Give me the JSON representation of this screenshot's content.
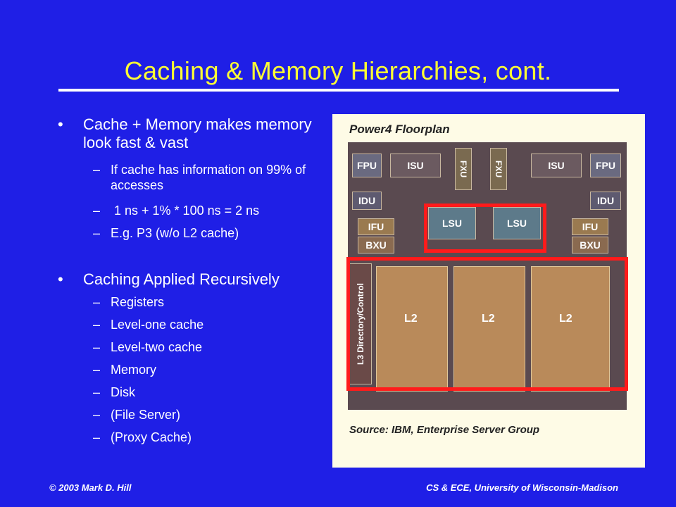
{
  "slide": {
    "title": "Caching & Memory Hierarchies, cont.",
    "bullets": [
      {
        "text": "Cache + Memory makes memory look fast & vast",
        "sub": [
          "If cache has information on 99% of accesses",
          " 1 ns + 1% * 100 ns = 2 ns",
          "E.g. P3 (w/o L2 cache)"
        ]
      },
      {
        "text": "Caching Applied Recursively",
        "sub": [
          "Registers",
          "Level-one cache",
          "Level-two cache",
          "Memory",
          "Disk",
          "(File Server)",
          "(Proxy Cache)"
        ]
      }
    ],
    "bullet_glyph": "•",
    "dash_glyph": "–"
  },
  "figure": {
    "title": "Power4 Floorplan",
    "source": "Source: IBM, Enterprise Server Group",
    "units": {
      "fpu_left": "FPU",
      "isu_left": "ISU",
      "fxu_left": "FXU",
      "fxu_right": "FXU",
      "isu_right": "ISU",
      "fpu_right": "FPU",
      "idu_left": "IDU",
      "idu_right": "IDU",
      "lsu_left": "LSU",
      "lsu_right": "LSU",
      "ifu_left": "IFU",
      "ifu_right": "IFU",
      "bxu_left": "BXU",
      "bxu_right": "BXU",
      "l2_1": "L2",
      "l2_2": "L2",
      "l2_3": "L2",
      "directory": "L3 Directory/Control"
    },
    "highlight_color": "#ff1b1b"
  },
  "footer": {
    "left": "© 2003 Mark D. Hill",
    "right": "CS & ECE, University of Wisconsin-Madison"
  },
  "colors": {
    "background": "#1f1fe6",
    "title": "#ffff33",
    "text": "#ffffff"
  }
}
